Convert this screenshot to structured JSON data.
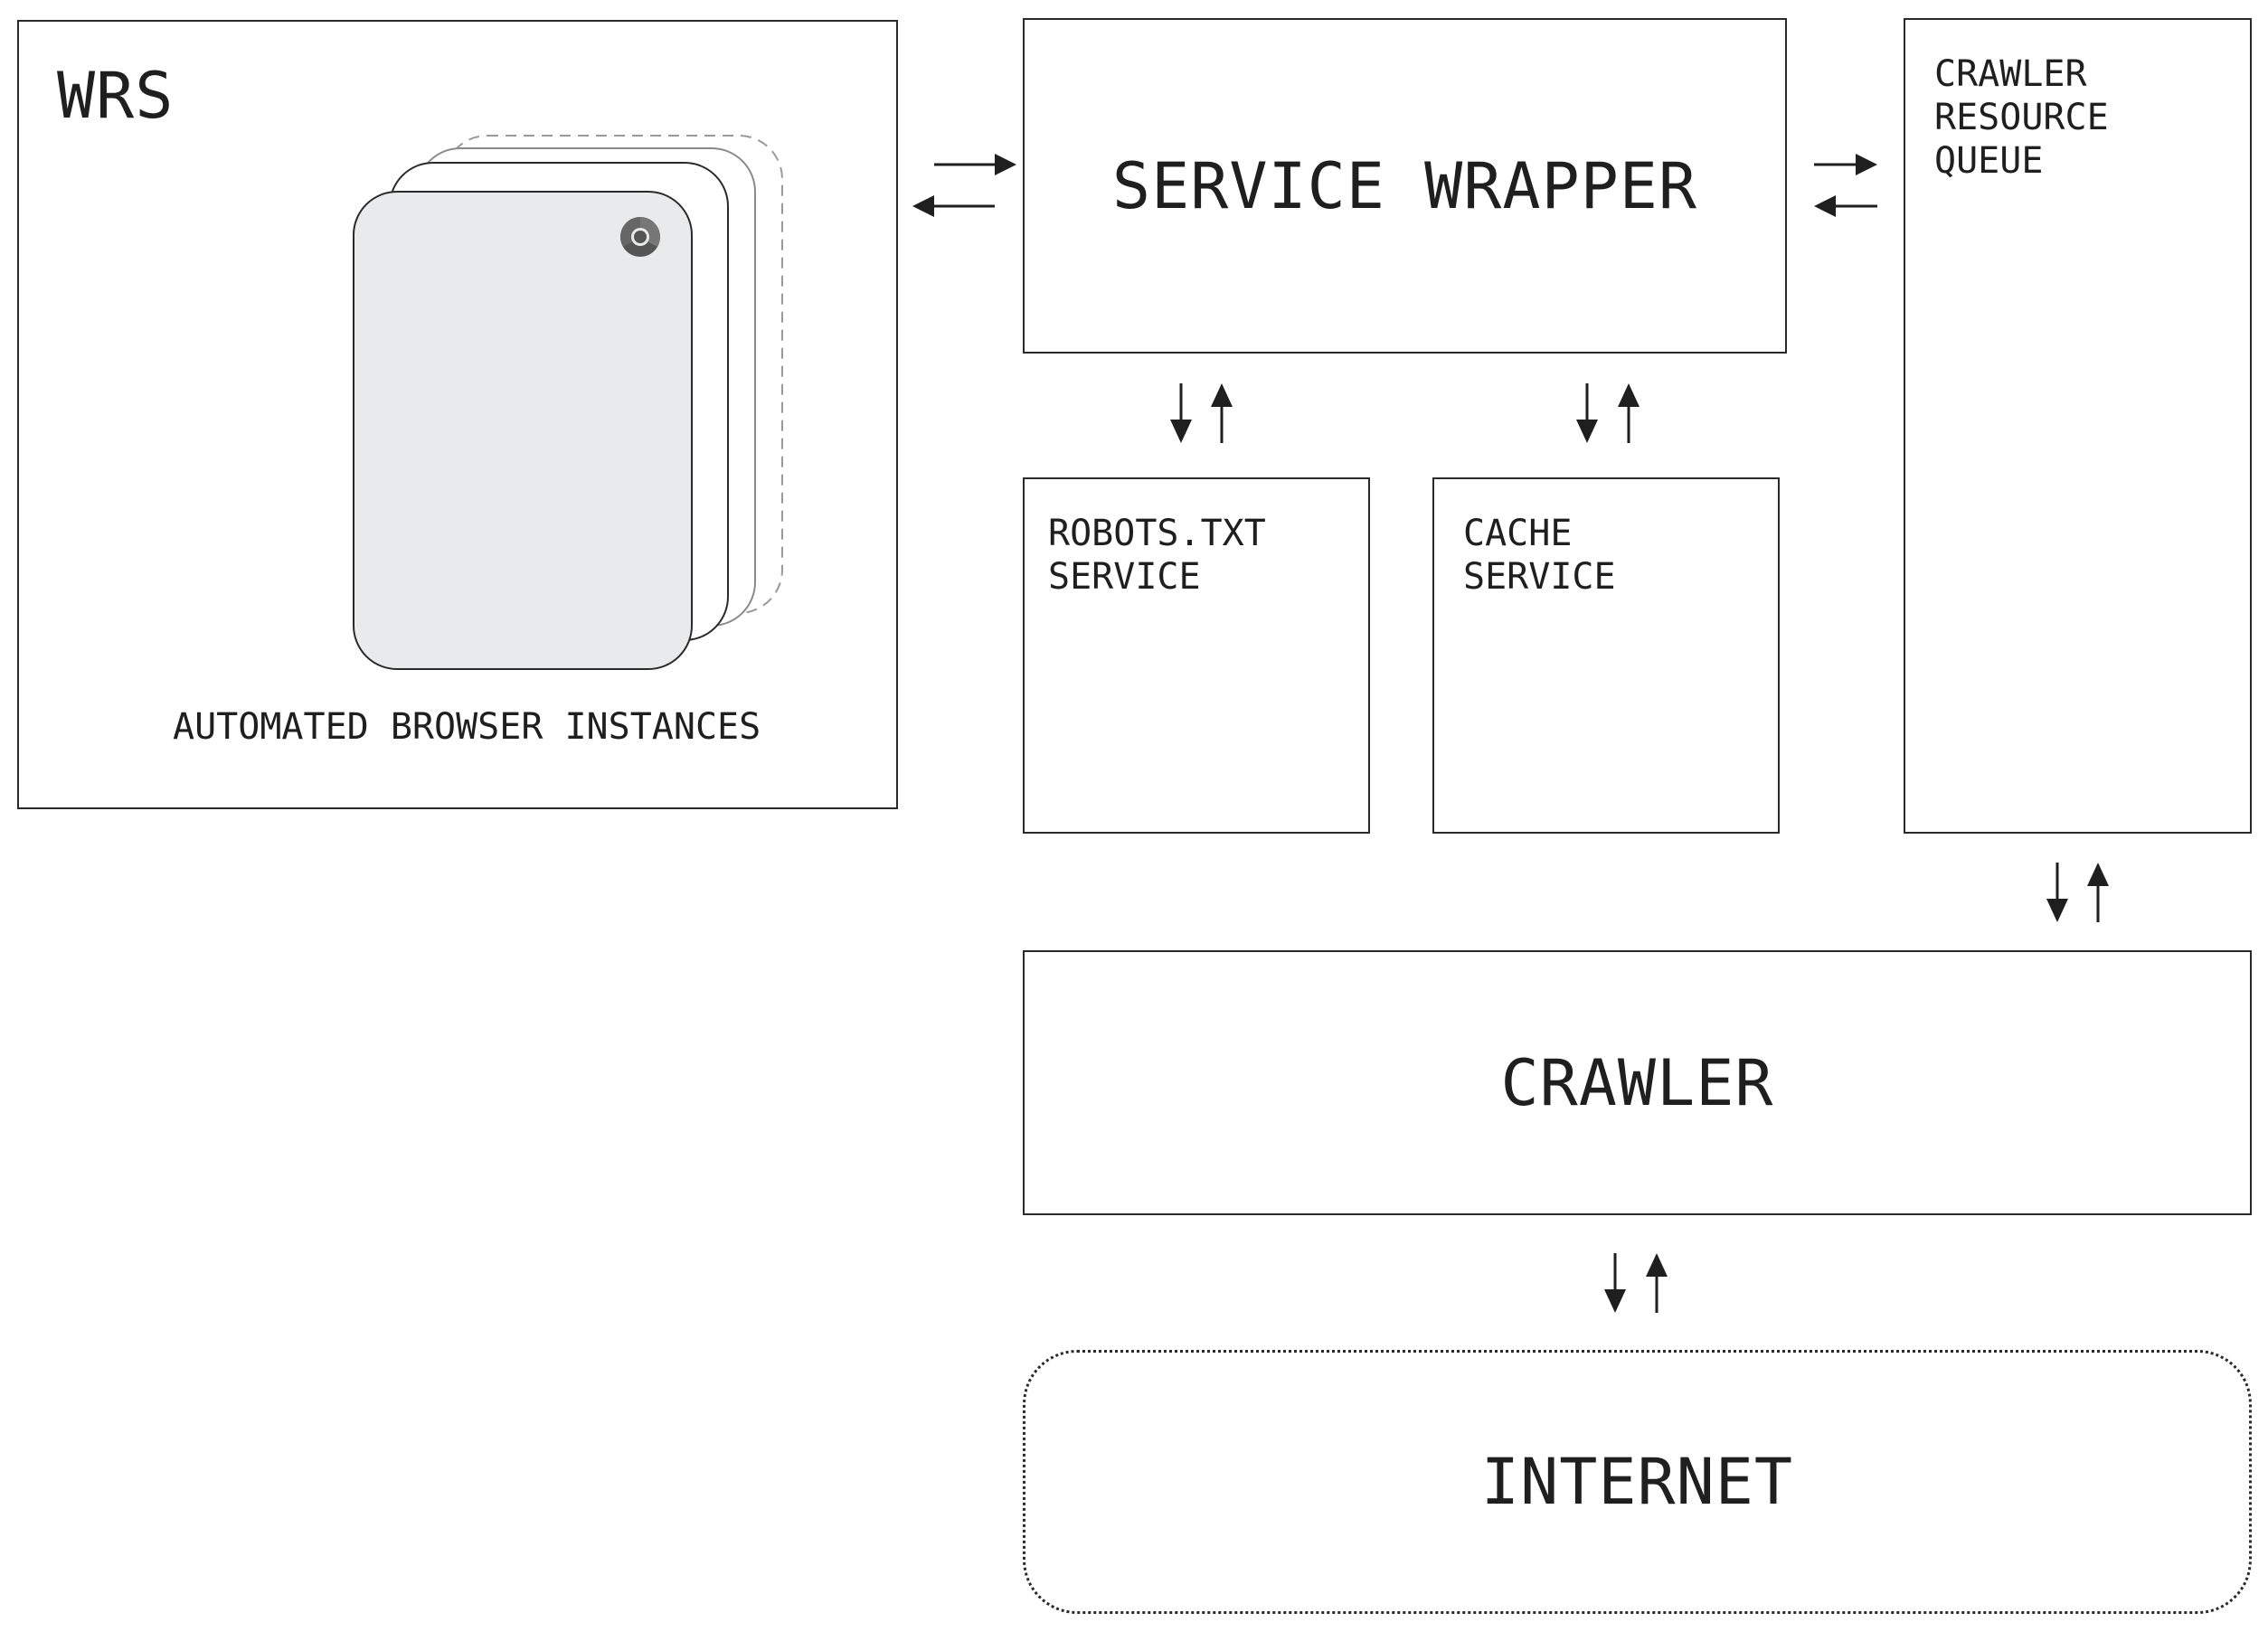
{
  "wrs": {
    "title": "WRS",
    "caption": "AUTOMATED BROWSER INSTANCES",
    "browser_icon": "chrome-icon"
  },
  "service_wrapper": {
    "label": "SERVICE WRAPPER"
  },
  "robots": {
    "line1": "ROBOTS.TXT",
    "line2": "SERVICE"
  },
  "cache": {
    "line1": "CACHE",
    "line2": "SERVICE"
  },
  "queue": {
    "line1": "CRAWLER",
    "line2": "RESOURCE",
    "line3": "QUEUE"
  },
  "crawler": {
    "label": "CRAWLER"
  },
  "internet": {
    "label": "INTERNET"
  },
  "colors": {
    "stroke": "#2a2a2a",
    "card_fill": "#e8eaeb",
    "ghost_stroke": "#8a8a8a"
  }
}
